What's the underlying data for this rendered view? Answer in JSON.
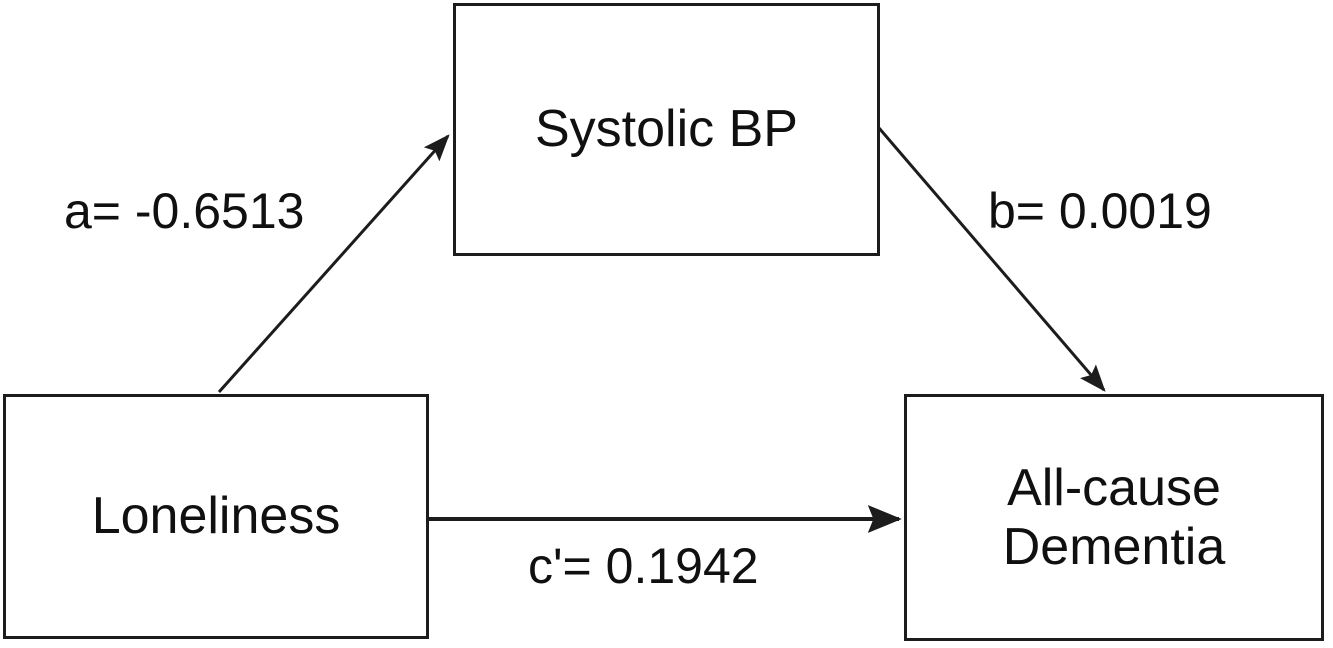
{
  "figure": {
    "type": "mediation-path-diagram",
    "background_color": "#ffffff",
    "line_color": "#1c1c1c",
    "text_color": "#101010"
  },
  "nodes": {
    "mediator": {
      "id": "systolic-bp",
      "label": "Systolic BP"
    },
    "predictor": {
      "id": "loneliness",
      "label": "Loneliness"
    },
    "outcome": {
      "id": "all-cause-dementia",
      "label": "All-cause\nDementia"
    }
  },
  "paths": {
    "a": {
      "label": "a= -0.6513",
      "coefficient": -0.6513,
      "from": "Loneliness",
      "to": "Systolic BP"
    },
    "b": {
      "label": "b= 0.0019",
      "coefficient": 0.0019,
      "from": "Systolic BP",
      "to": "All-cause Dementia"
    },
    "c_prime": {
      "label": "c'= 0.1942",
      "coefficient": 0.1942,
      "from": "Loneliness",
      "to": "All-cause Dementia"
    }
  },
  "chart_data": {
    "type": "diagram",
    "title": "",
    "nodes": [
      "Loneliness",
      "Systolic BP",
      "All-cause Dementia"
    ],
    "edges": [
      {
        "from": "Loneliness",
        "to": "Systolic BP",
        "name": "a",
        "value": -0.6513,
        "label": "a= -0.6513"
      },
      {
        "from": "Systolic BP",
        "to": "All-cause Dementia",
        "name": "b",
        "value": 0.0019,
        "label": "b= 0.0019"
      },
      {
        "from": "Loneliness",
        "to": "All-cause Dementia",
        "name": "c'",
        "value": 0.1942,
        "label": "c'= 0.1942"
      }
    ]
  }
}
